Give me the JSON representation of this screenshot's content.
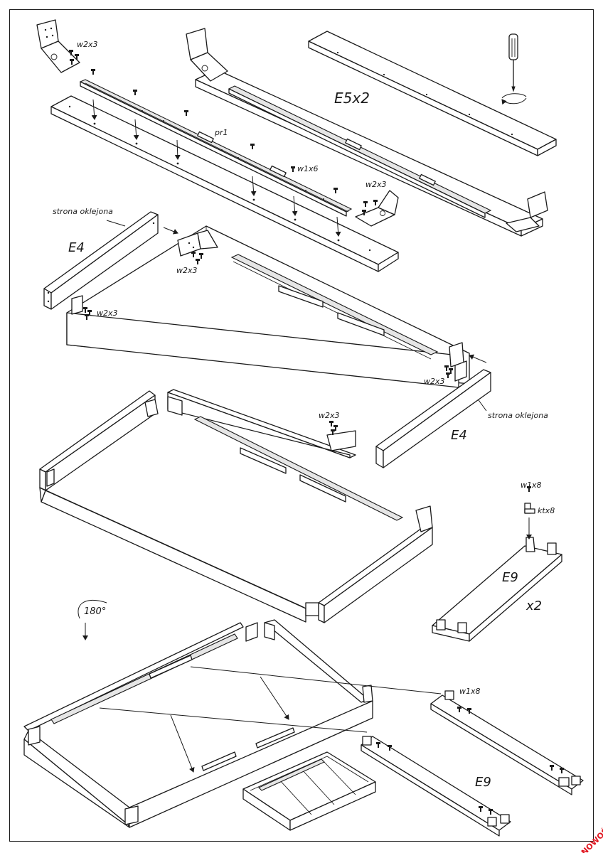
{
  "labels": {
    "w2x3_a": "w2x3",
    "e5x2": "E5x2",
    "pr1": "pr1",
    "w1x6": "w1x6",
    "w2x3_b": "w2x3",
    "strona_oklejona_a": "strona  oklejona",
    "e4_a": "E4",
    "w2x3_c": "w2x3",
    "w2x3_d": "w2x3",
    "w2x3_e": "w2x3",
    "strona_oklejona_b": "strona  oklejona",
    "e4_b": "E4",
    "w2x3_f": "w2x3",
    "w1x8_a": "w1x8",
    "ktx8": "ktx8",
    "e9_a": "E9",
    "x2": "x2",
    "rotate": "180°",
    "w1x8_b": "w1x8",
    "e9_b": "E9"
  },
  "stamp": "NOWOŚĆ",
  "icons": [
    "screwdriver-icon",
    "rotate-arrow-icon",
    "screw-icon",
    "bracket-icon"
  ],
  "colors": {
    "line": "#1a1a1a",
    "paper": "#ffffff",
    "stamp": "#e0141e"
  }
}
